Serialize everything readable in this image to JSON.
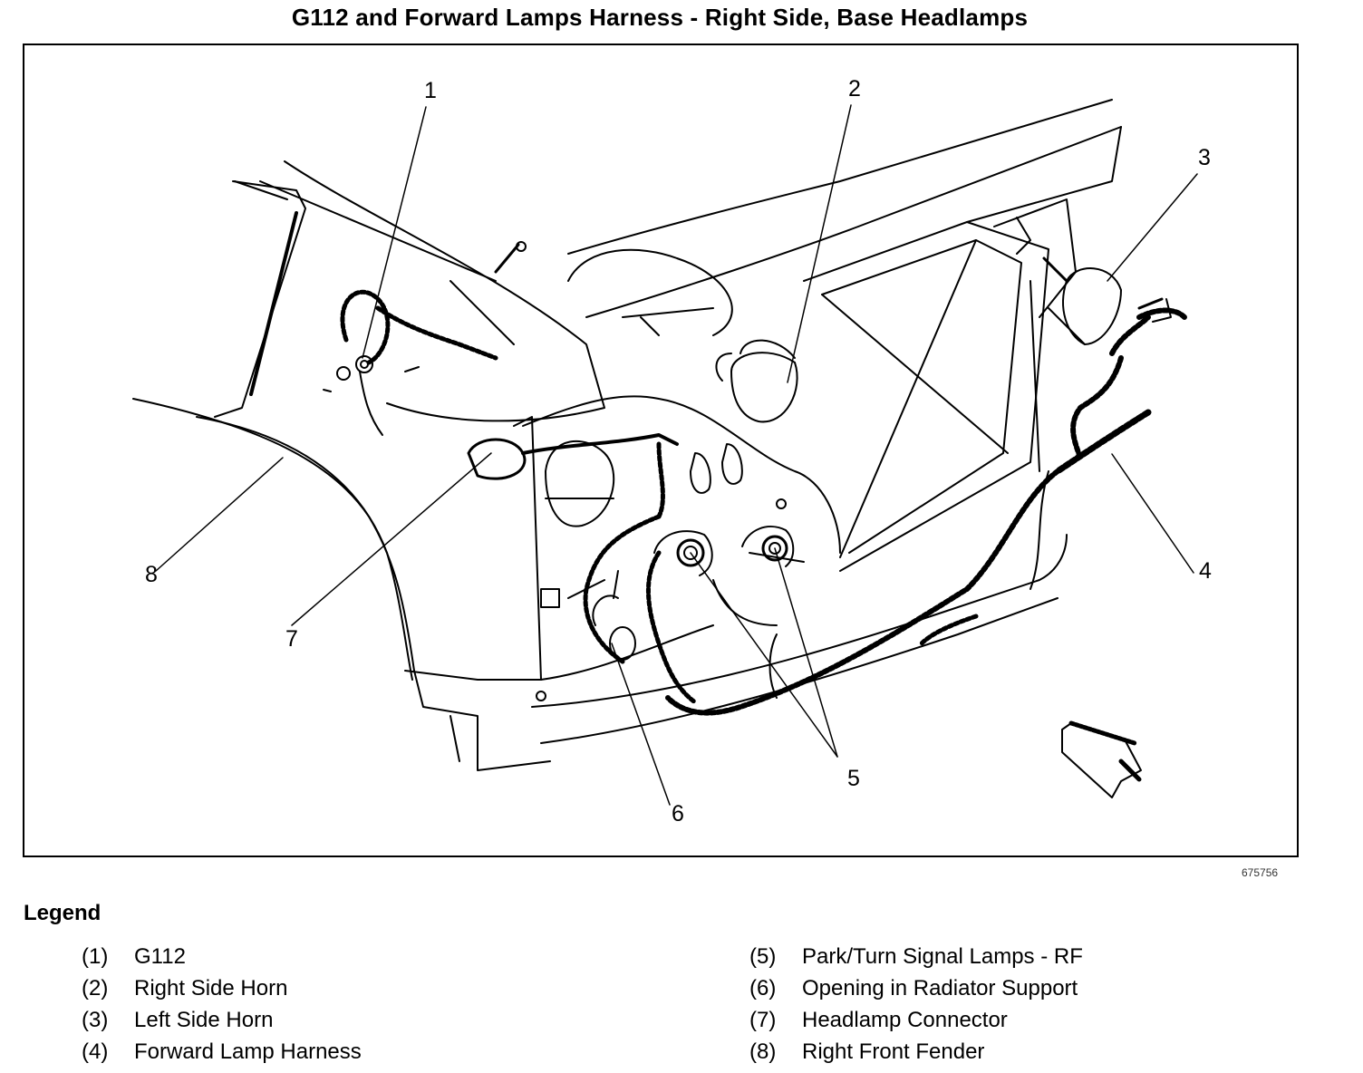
{
  "title": "G112 and Forward Lamps Harness - Right Side, Base Headlamps",
  "figure_code": "675756",
  "callouts": [
    "1",
    "2",
    "3",
    "4",
    "5",
    "6",
    "7",
    "8"
  ],
  "legend": {
    "title": "Legend",
    "items": [
      {
        "num": "(1)",
        "label": "G112"
      },
      {
        "num": "(2)",
        "label": "Right Side Horn"
      },
      {
        "num": "(3)",
        "label": "Left Side Horn"
      },
      {
        "num": "(4)",
        "label": "Forward Lamp Harness"
      },
      {
        "num": "(5)",
        "label": "Park/Turn Signal Lamps - RF"
      },
      {
        "num": "(6)",
        "label": "Opening in Radiator Support"
      },
      {
        "num": "(7)",
        "label": "Headlamp Connector"
      },
      {
        "num": "(8)",
        "label": "Right Front Fender"
      }
    ]
  }
}
